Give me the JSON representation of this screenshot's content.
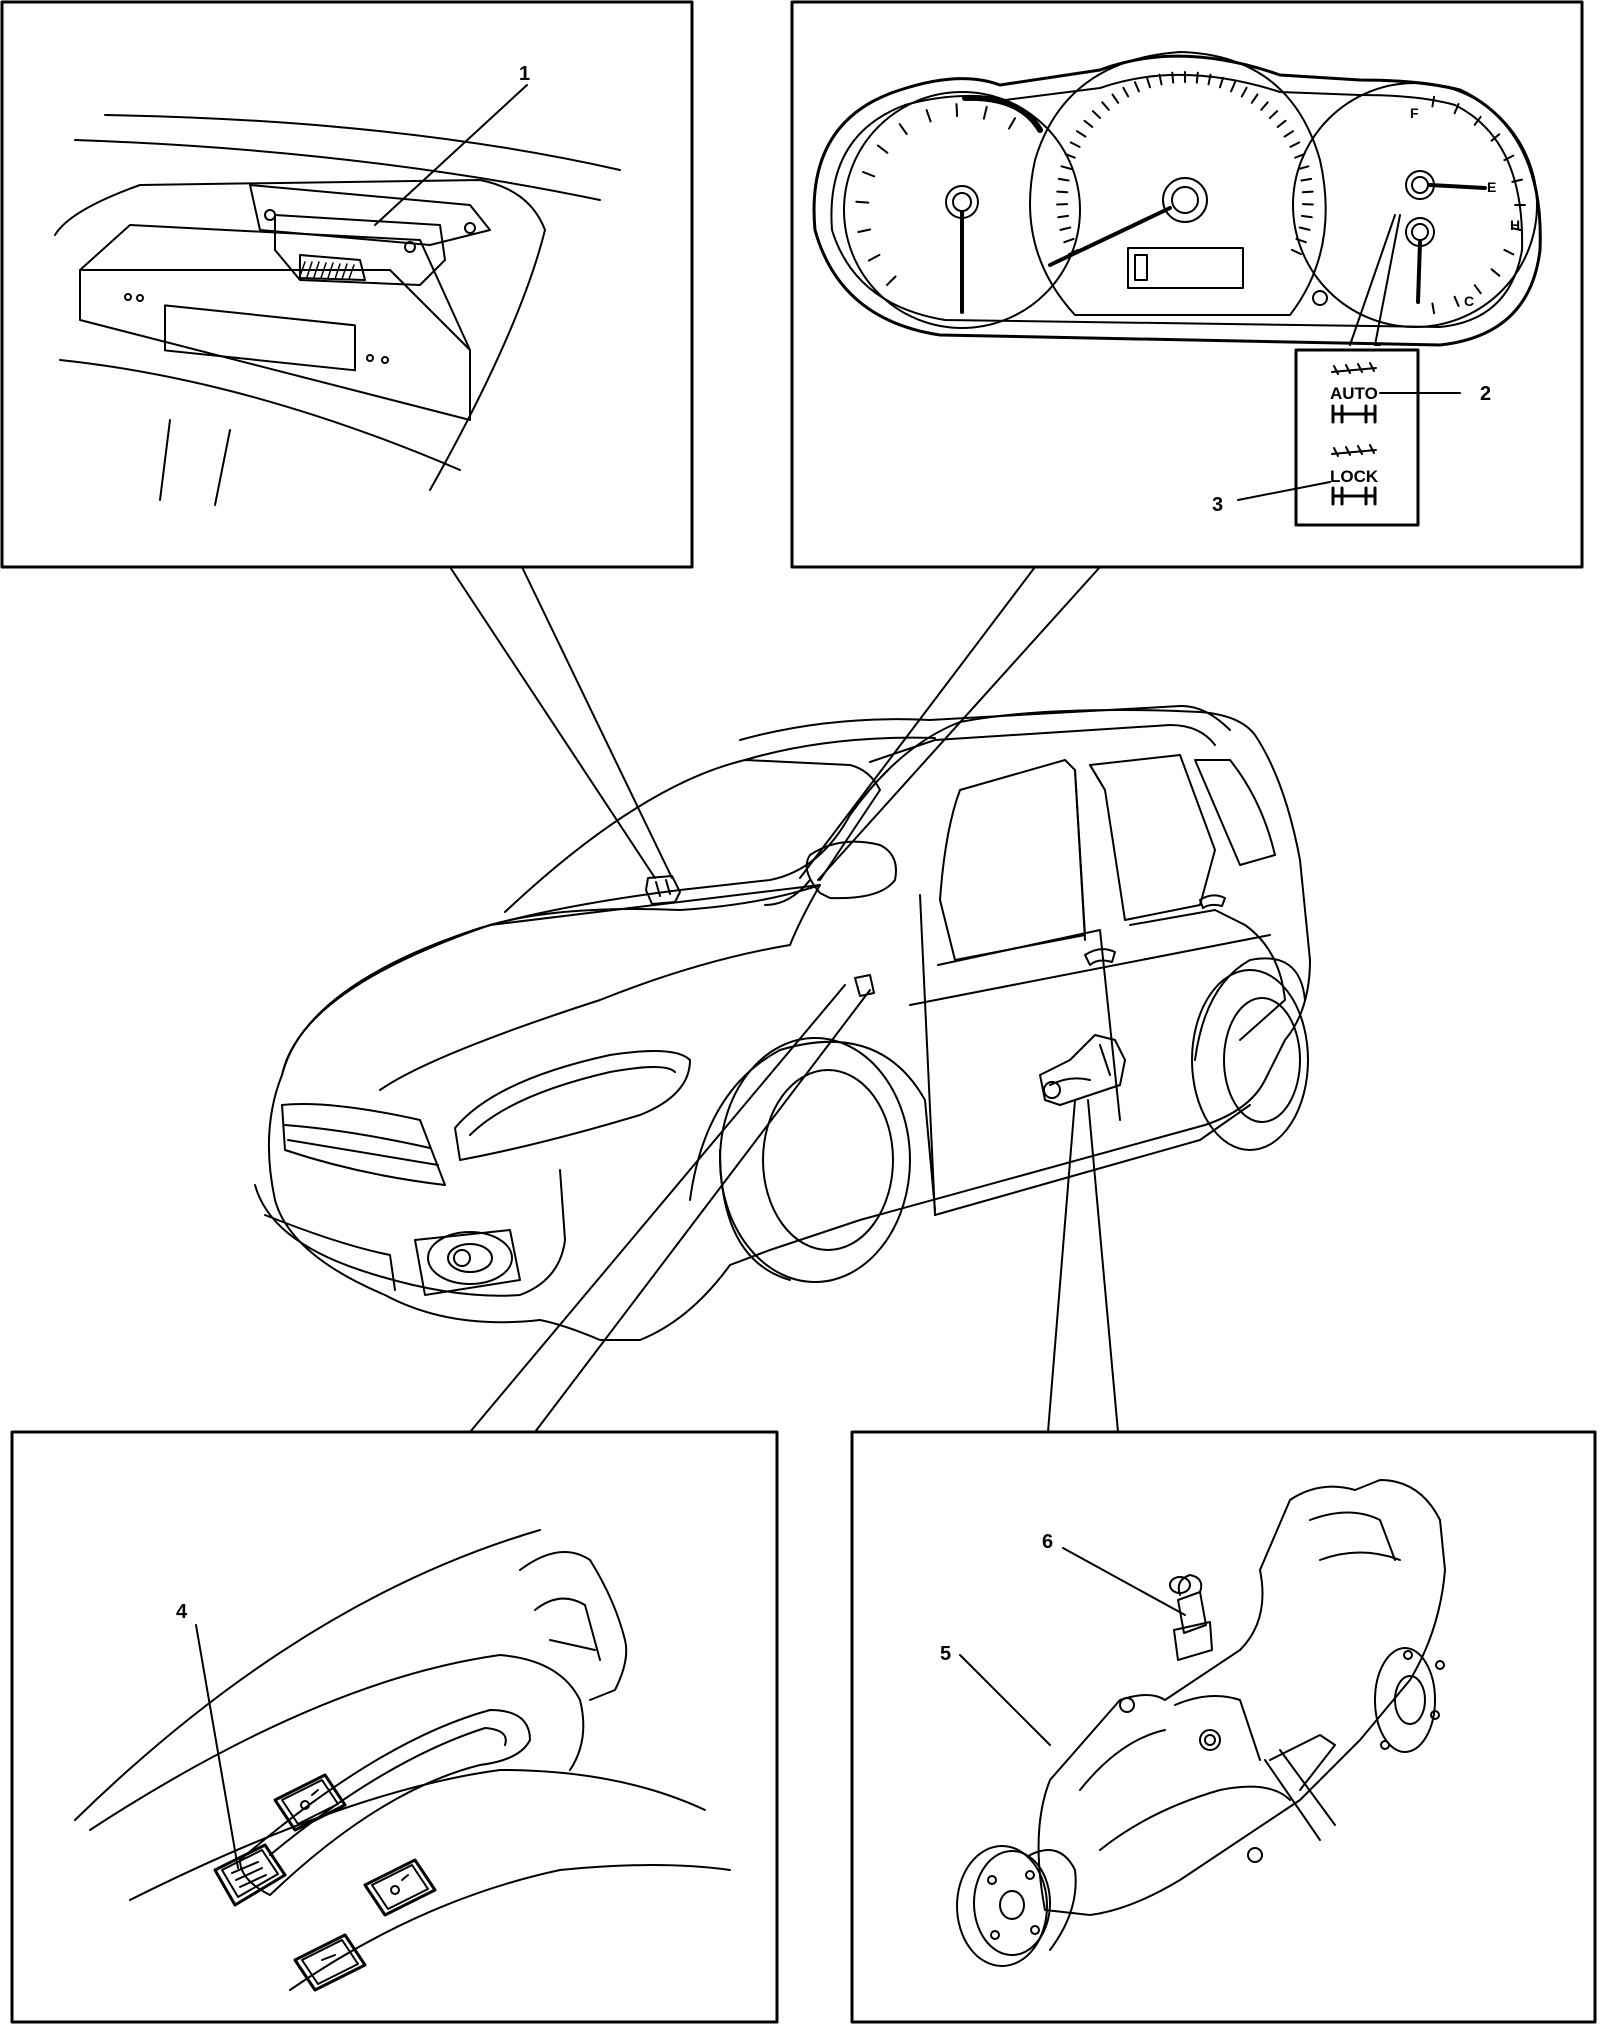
{
  "callouts": {
    "c1": "1",
    "c2": "2",
    "c3": "3",
    "c4": "4",
    "c5": "5",
    "c6": "6"
  },
  "gauge_labels": {
    "fuel_full": "F",
    "fuel_empty": "E",
    "temp_hot": "H",
    "temp_cold": "C"
  },
  "indicator_text": {
    "auto": "AUTO",
    "lock": "LOCK"
  }
}
